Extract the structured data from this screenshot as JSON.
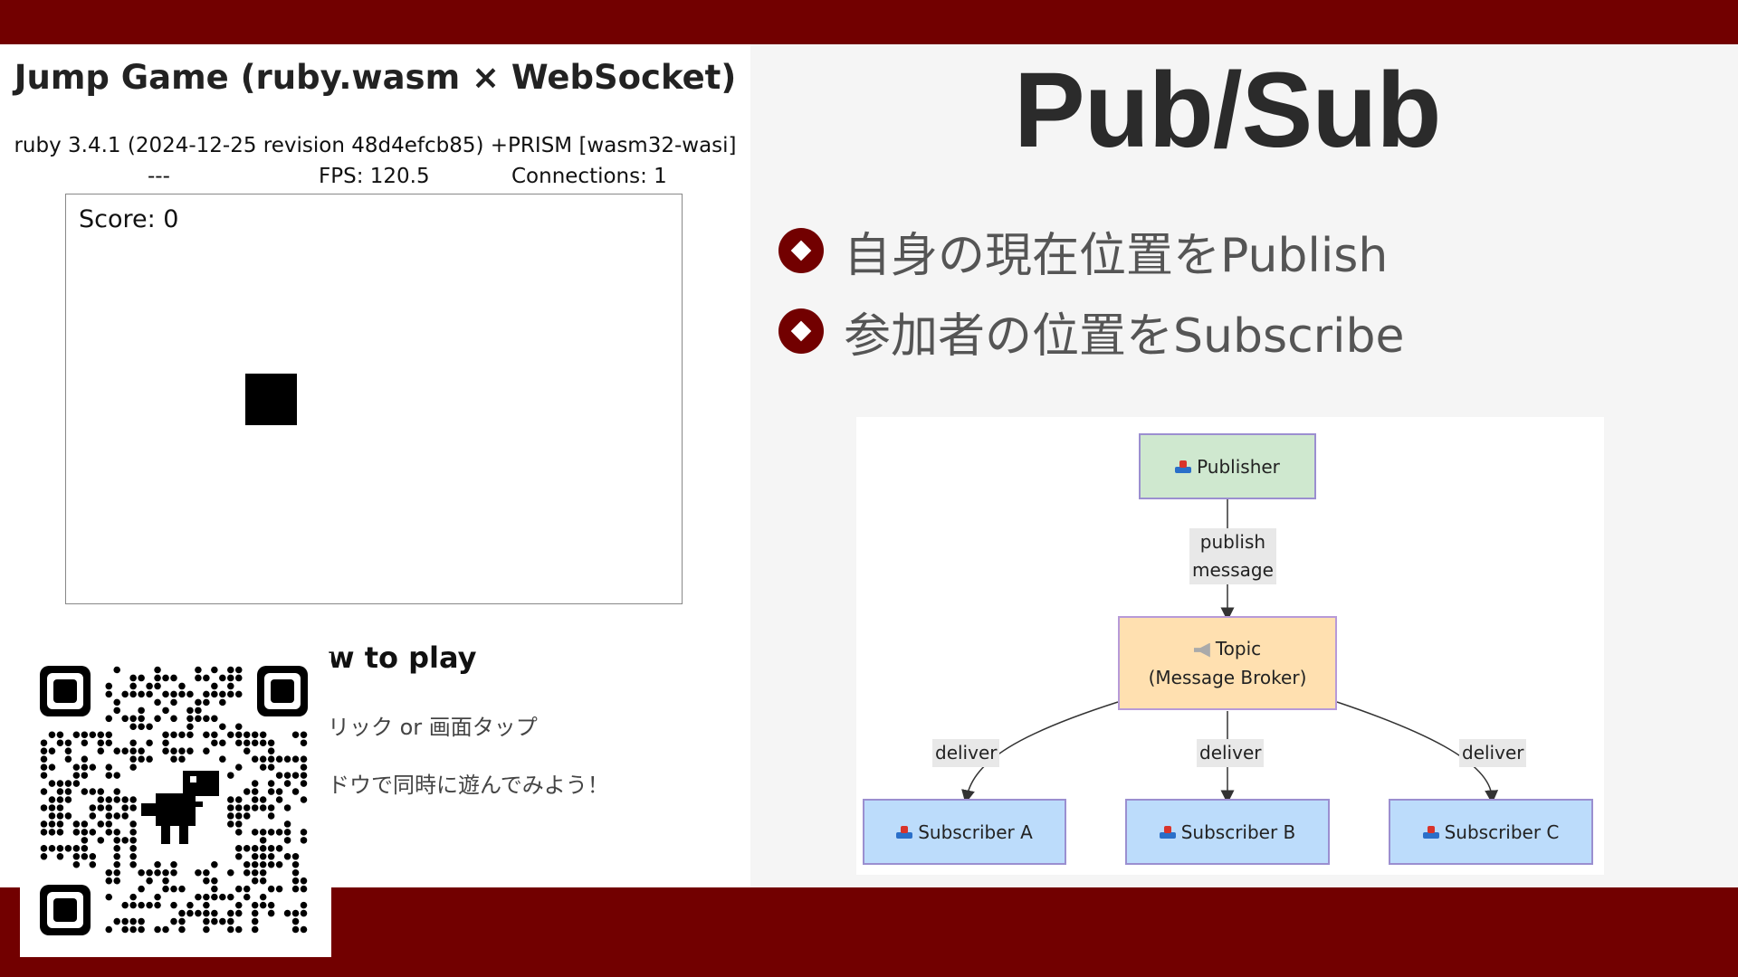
{
  "game": {
    "title": "Jump Game (ruby.wasm × WebSocket)",
    "ruby_version": "ruby 3.4.1 (2024-12-25 revision 48d4efcb85) +PRISM [wasm32-wasi]",
    "status_dash": "---",
    "fps": "FPS: 120.5",
    "connections": "Connections: 1",
    "score": "Score: 0",
    "howto_title": "w to play",
    "howto_items": [
      "リック or 画面タップ",
      "ドウで同時に遊んでみよう！"
    ]
  },
  "slide": {
    "title": "Pub/Sub",
    "bullets": [
      "自身の現在位置をPublish",
      "参加者の位置をSubscribe"
    ]
  },
  "diagram": {
    "publisher": "Publisher",
    "publish_label_1": "publish",
    "publish_label_2": "message",
    "topic_line1": "Topic",
    "topic_line2": "(Message Broker)",
    "deliver": "deliver",
    "subscribers": [
      "Subscriber A",
      "Subscriber B",
      "Subscriber C"
    ]
  },
  "colors": {
    "brand": "#720000",
    "publisher_fill": "#cfe8cf",
    "topic_fill": "#ffe0b0",
    "subscriber_fill": "#bcdcfb"
  },
  "icons": [
    "publisher-tray-icon",
    "megaphone-icon",
    "subscriber-tray-icon",
    "qr-code",
    "dino-icon"
  ]
}
